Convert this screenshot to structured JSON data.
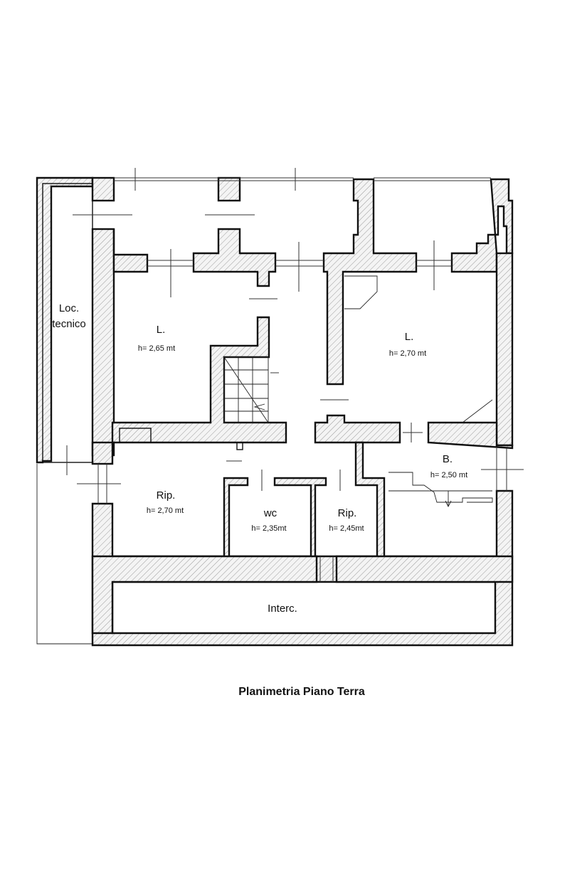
{
  "title": "Planimetria Piano Terra",
  "rooms": {
    "loc_tecnico": {
      "name_line1": "Loc.",
      "name_line2": "tecnico"
    },
    "living_left": {
      "name": "L.",
      "height": "h= 2,65 mt"
    },
    "living_right": {
      "name": "L.",
      "height": "h= 2,70 mt"
    },
    "bath": {
      "name": "B.",
      "height": "h= 2,50 mt"
    },
    "storage_left": {
      "name": "Rip.",
      "height": "h= 2,70 mt"
    },
    "wc": {
      "name": "wc",
      "height": "h= 2,35mt"
    },
    "storage_center": {
      "name": "Rip.",
      "height": "h= 2,45mt"
    },
    "crawlspace": {
      "name": "Interc."
    }
  }
}
